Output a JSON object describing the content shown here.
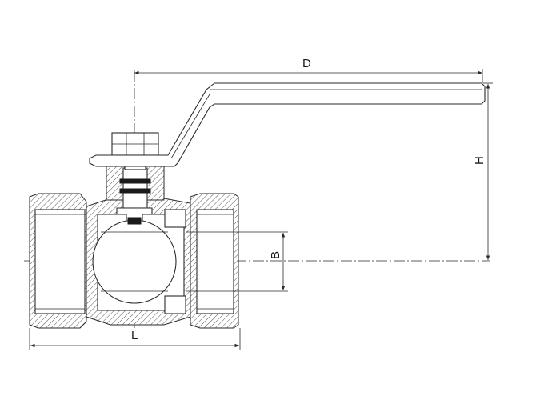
{
  "diagram": {
    "labels": {
      "D": "D",
      "H": "H",
      "B": "B",
      "L": "L"
    }
  }
}
